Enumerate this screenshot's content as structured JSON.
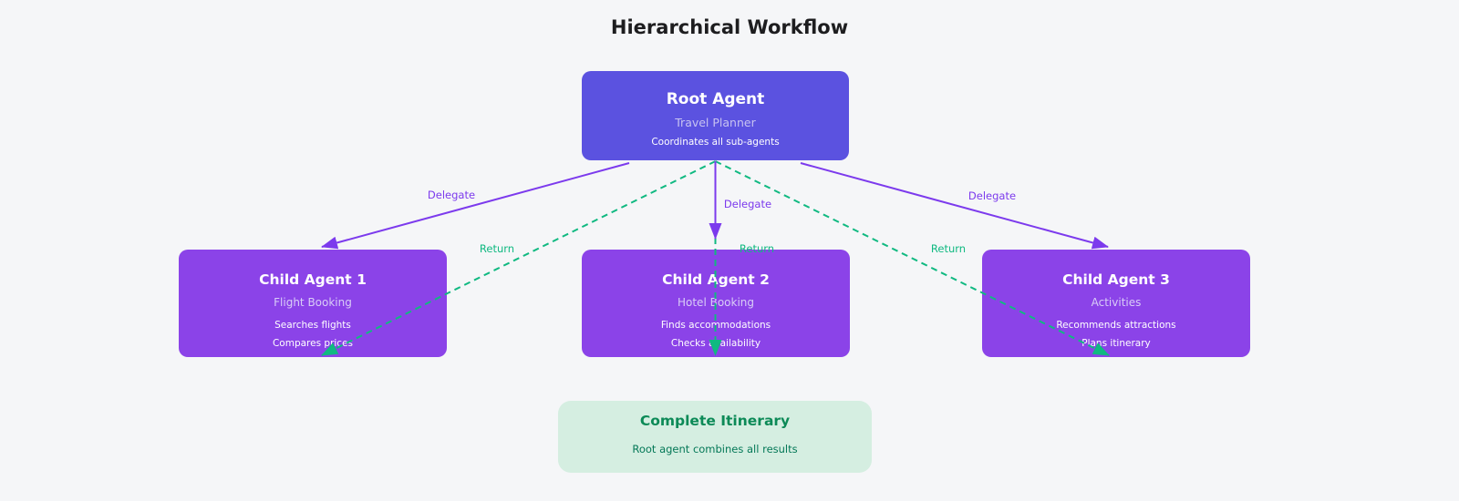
{
  "title": "Hierarchical Workflow",
  "colors": {
    "background": "#f5f6f8",
    "root_box": "#5b52e0",
    "child_box": "#8b43e8",
    "delegate_edge": "#7c3aed",
    "return_edge": "#10b981",
    "result_box": "#d5eee1",
    "result_title": "#0c8a57",
    "result_subtitle": "#047857"
  },
  "root_agent": {
    "title": "Root Agent",
    "subtitle": "Travel Planner",
    "description": "Coordinates all sub-agents"
  },
  "child_agents": [
    {
      "title": "Child Agent 1",
      "subtitle": "Flight Booking",
      "tasks": [
        "Searches flights",
        "Compares prices"
      ]
    },
    {
      "title": "Child Agent 2",
      "subtitle": "Hotel Booking",
      "tasks": [
        "Finds accommodations",
        "Checks availability"
      ]
    },
    {
      "title": "Child Agent 3",
      "subtitle": "Activities",
      "tasks": [
        "Recommends attractions",
        "Plans itinerary"
      ]
    }
  ],
  "result": {
    "title": "Complete Itinerary",
    "subtitle": "Root agent combines all results"
  },
  "edge_labels": {
    "delegate": "Delegate",
    "return": "Return"
  }
}
